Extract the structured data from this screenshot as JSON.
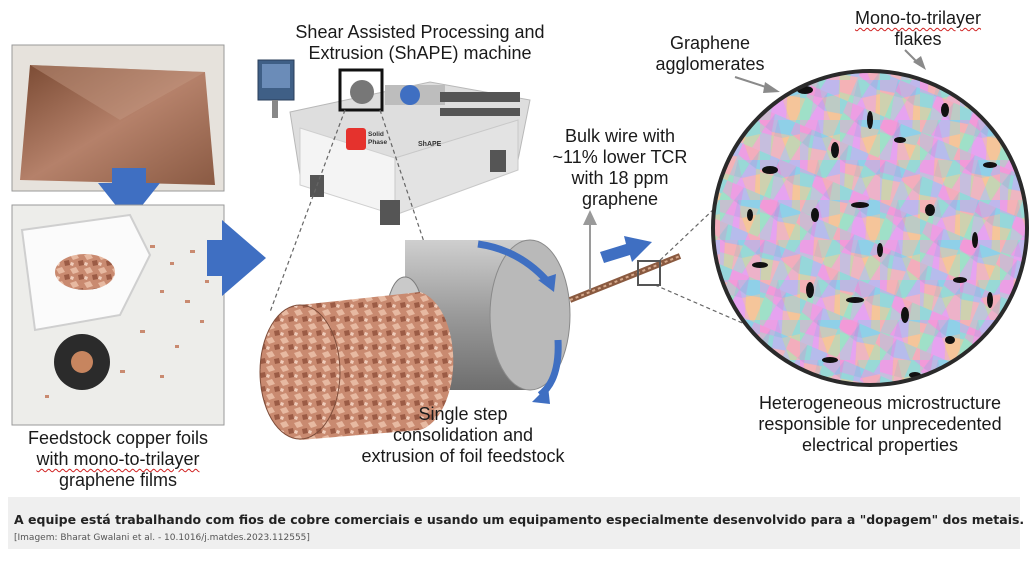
{
  "labels": {
    "machine_title_line1": "Shear Assisted Processing and",
    "machine_title_line2": "Extrusion (ShAPE) machine",
    "graphene_agglomerates_line1": "Graphene",
    "graphene_agglomerates_line2": "agglomerates",
    "mono_flakes_line1": "Mono-to-trilayer",
    "mono_flakes_line2": "flakes",
    "bulk_wire_line1": "Bulk wire with",
    "bulk_wire_line2": "~11% lower TCR",
    "bulk_wire_line3": "with 18 ppm",
    "bulk_wire_line4": "graphene",
    "feedstock_line1": "Feedstock copper foils",
    "feedstock_line2": "with mono-to-trilayer",
    "feedstock_line3": "graphene films",
    "single_step_line1": "Single step",
    "single_step_line2": "consolidation and",
    "single_step_line3": "extrusion of foil feedstock",
    "hetero_line1": "Heterogeneous microstructure",
    "hetero_line2": "responsible for unprecedented",
    "hetero_line3": "electrical properties"
  },
  "machine_brand": {
    "logo_line1": "Solid",
    "logo_line2": "Phase",
    "model": "ShAPE"
  },
  "caption": {
    "text": "A equipe está trabalhando com fios de cobre comerciais e usando um equipamento especialmente desenvolvido para a \"dopagem\" dos metais.",
    "credit": "[Imagem: Bharat Gwalani et al. - 10.1016/j.matdes.2023.112555]"
  },
  "colors": {
    "arrow_blue": "#3f6fc2",
    "copper": "#c07a58",
    "caption_bg": "#efefef"
  }
}
